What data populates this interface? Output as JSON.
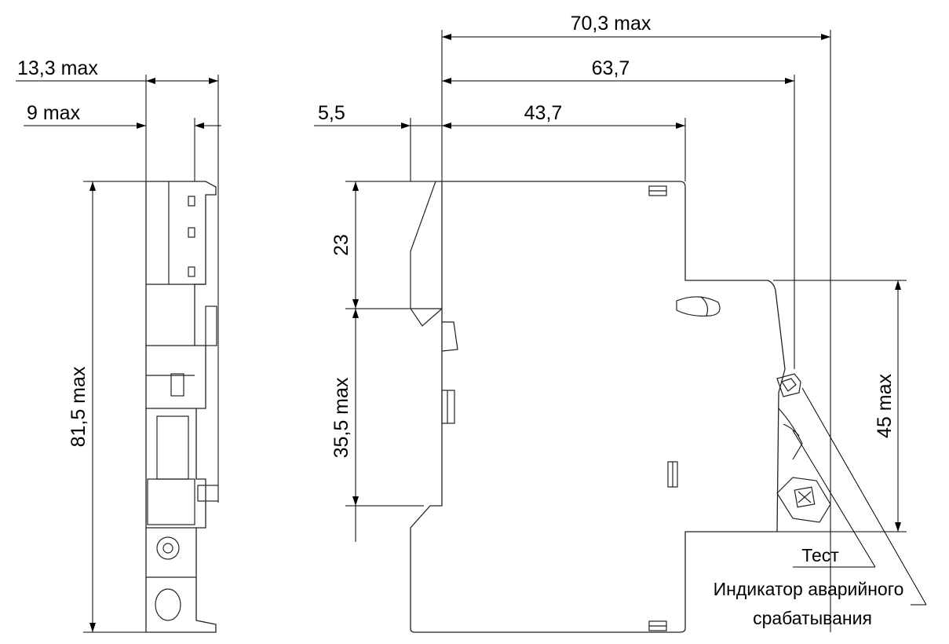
{
  "side_view": {
    "dim_width_max": "13,3 max",
    "dim_body_width": "9 max",
    "dim_height": "81,5 max"
  },
  "front_view": {
    "dim_total": "70,3 max",
    "dim_toggle": "63,7",
    "dim_front": "43,7",
    "dim_offset": "5,5",
    "dim_top": "23",
    "dim_bottom": "35,5 max",
    "dim_right": "45 max"
  },
  "labels": {
    "test": "Тест",
    "indicator_line1": "Индикатор аварийного",
    "indicator_line2": "срабатывания"
  }
}
